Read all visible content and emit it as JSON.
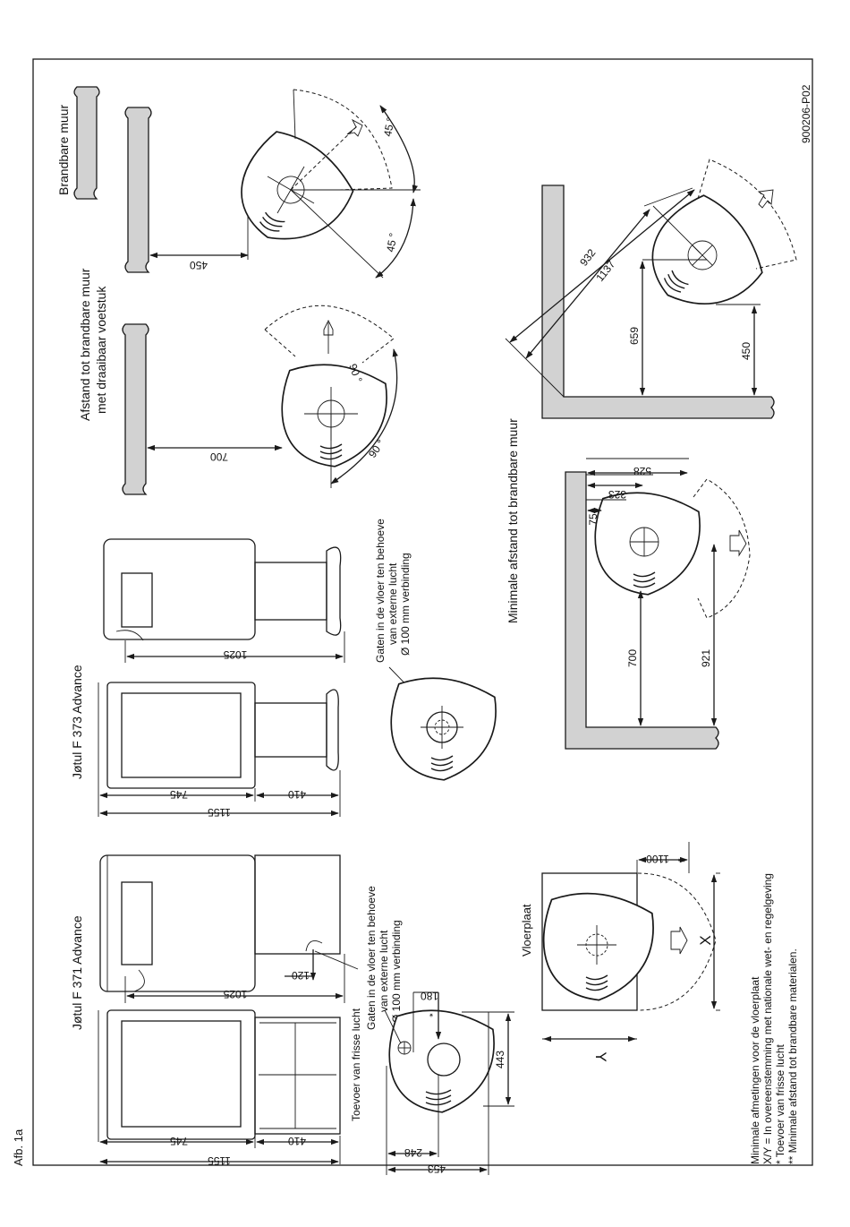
{
  "figure_label": "Afb. 1a",
  "code": "900206-P02",
  "models": {
    "f371": {
      "title": "Jøtul F 371 Advance",
      "dims": {
        "total_height": "1155",
        "body_height": "745",
        "base_height": "410",
        "depth": "1025",
        "vent_offset": "120",
        "plan_width": "453",
        "plan_offset": "248",
        "plan_depth": "443",
        "hole_offset": "180",
        "hole_star": "*"
      },
      "fresh_air": "Toevoer van frisse lucht",
      "holes_note": [
        "Gaten in de vloer ten behoeve",
        "van externe lucht",
        "Ø 100 mm verbinding"
      ]
    },
    "f373": {
      "title": "Jøtul F 373 Advance",
      "dims": {
        "total_height": "1155",
        "body_height": "745",
        "base_height": "410",
        "depth": "1025"
      },
      "holes_note": [
        "Gaten in de vloer ten behoeve",
        "van externe lucht",
        "Ø 100 mm verbinding"
      ]
    }
  },
  "floor_plate": {
    "label": "Vloerplaat",
    "x_label": "X",
    "y_label": "Y",
    "dim": "1100",
    "dim_star": "**"
  },
  "legend": [
    "Minimale afmetingen voor de vloerplaat",
    "X/Y = In overeenstemming met nationale wet- en regelgeving",
    "* Toevoer van frisse lucht",
    "** Minimale afstand tot brandbare materialen."
  ],
  "swivel": {
    "title": [
      "Afstand tot brandbare muur",
      "met draaibaar voetstuk"
    ],
    "wall_label": "Brandbare muur",
    "dist_front": "700",
    "angle_top": "90 °",
    "angle_bottom": "90 °",
    "dist_side": "450",
    "angle_a": "45 °",
    "angle_b": "45 °"
  },
  "min_distance": {
    "title": "Minimale afstand tot brandbare muur",
    "dims": [
      "528",
      "323",
      "75",
      "700",
      "921"
    ],
    "corner_dims": [
      "932",
      "1137",
      "659",
      "450"
    ]
  }
}
